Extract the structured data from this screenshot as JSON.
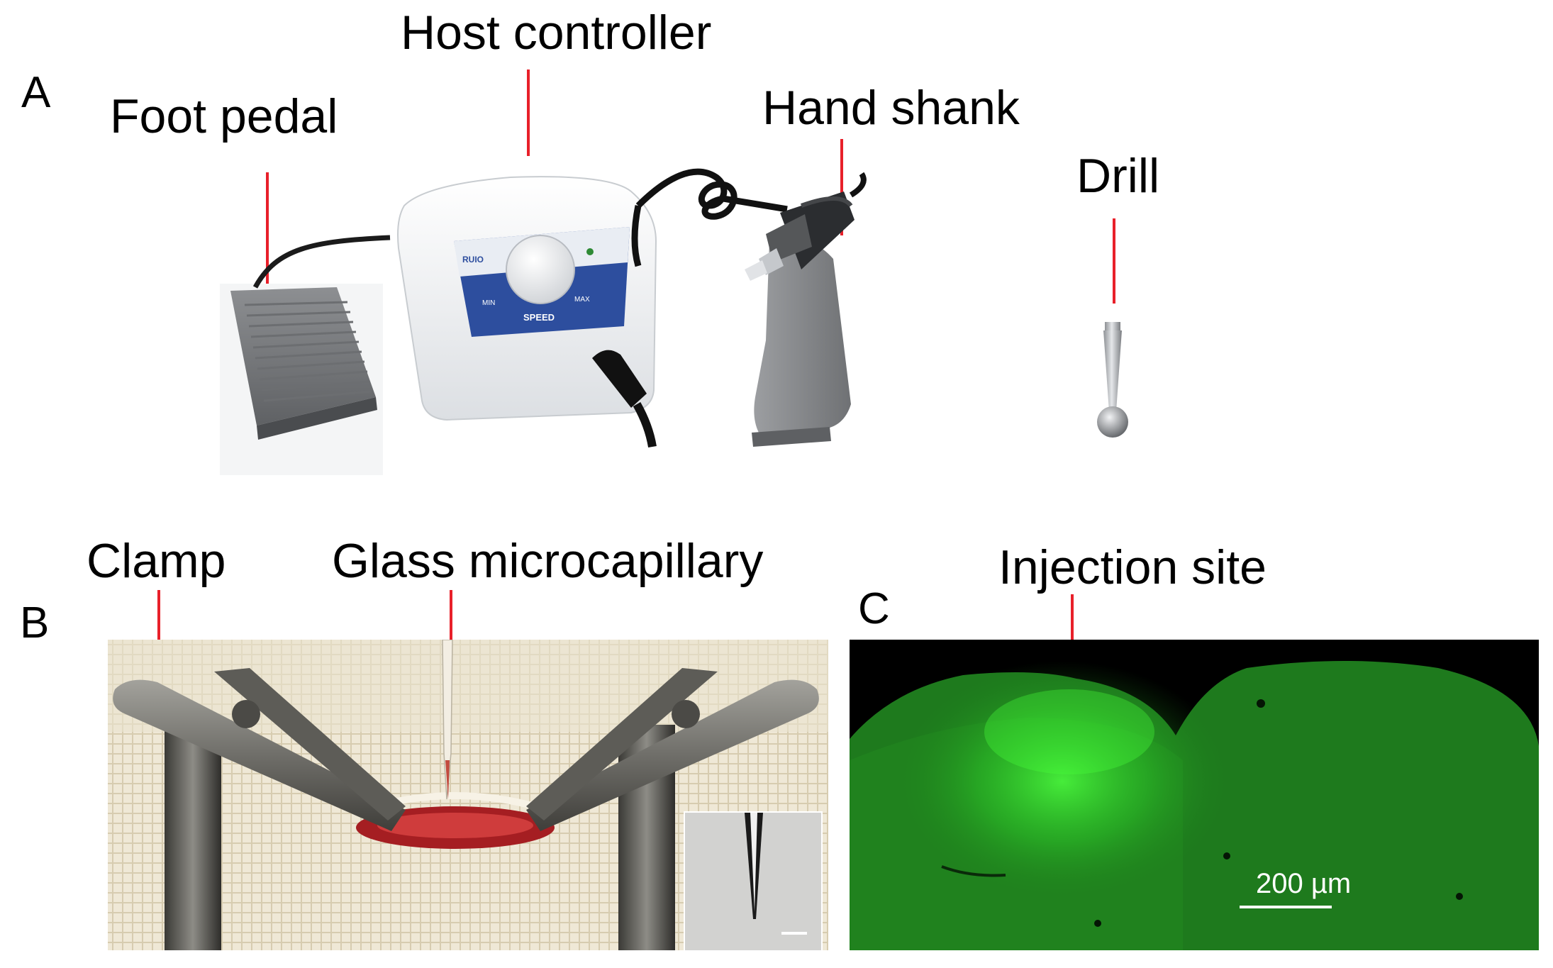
{
  "figure": {
    "panel_a": {
      "letter": "A",
      "labels": {
        "foot_pedal": "Foot pedal",
        "host_controller": "Host controller",
        "hand_shank": "Hand shank",
        "drill": "Drill"
      },
      "controller_text": {
        "speed": "SPEED",
        "max": "MAX",
        "min": "MIN",
        "brand": "RUIO"
      }
    },
    "panel_b": {
      "letter": "B",
      "labels": {
        "clamp": "Clamp",
        "glass_microcapillary": "Glass microcapillary"
      }
    },
    "panel_c": {
      "letter": "C",
      "labels": {
        "injection_site": "Injection site"
      },
      "scale_bar": "200 µm"
    }
  },
  "colors": {
    "leader_line": "#e8202a",
    "fluorescence": "#2fd12a",
    "background": "#ffffff"
  }
}
